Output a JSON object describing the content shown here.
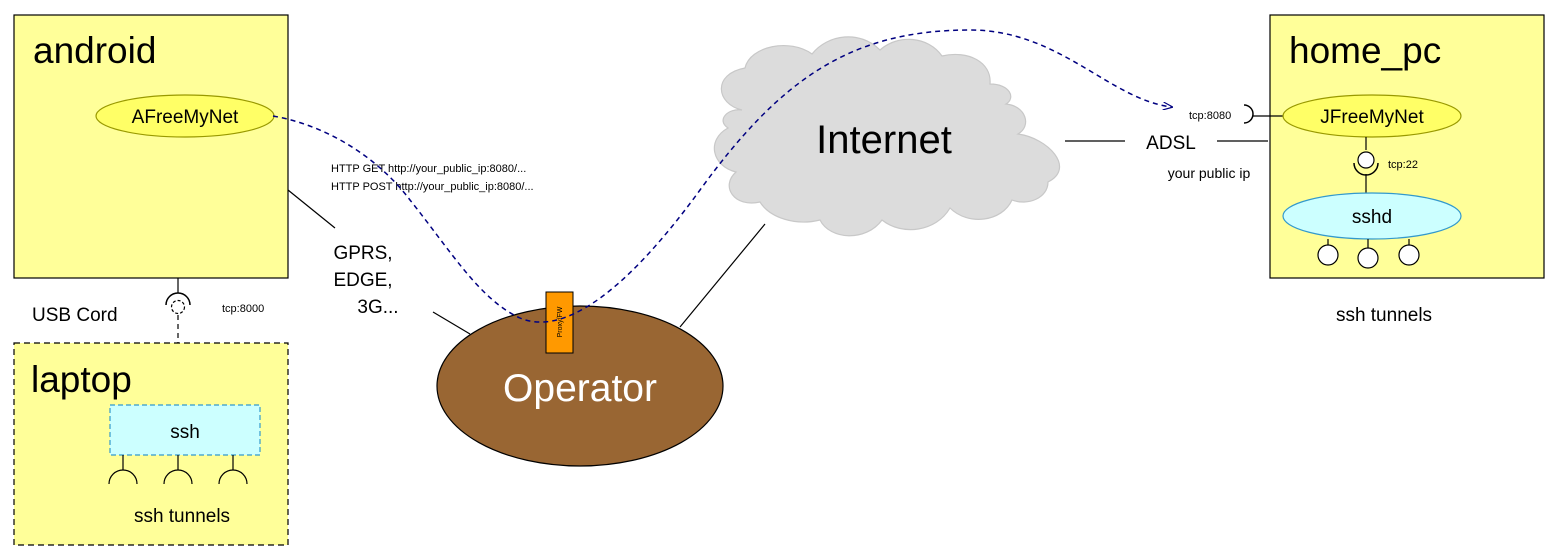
{
  "colors": {
    "box_fill": "#ffff99",
    "ellipse_fill": "#ffff66",
    "ssh_fill": "#ccffff",
    "cloud_fill": "#dcdcdc",
    "operator_fill": "#996633",
    "proxy_fill": "#ff9900",
    "tunnel_line": "#000080"
  },
  "android": {
    "title": "android",
    "component": "AFreeMyNet"
  },
  "usb": {
    "label": "USB Cord",
    "port": "tcp:8000"
  },
  "laptop": {
    "title": "laptop",
    "component": "ssh",
    "tunnels_label": "ssh tunnels"
  },
  "requests": {
    "get": "HTTP GET http://your_public_ip:8080/...",
    "post": "HTTP POST http://your_public_ip:8080/..."
  },
  "mobile_link": {
    "line1": "GPRS,",
    "line2": "EDGE,",
    "line3": "3G..."
  },
  "operator": {
    "label": "Operator",
    "proxy": "Proxy/FW"
  },
  "internet": {
    "label": "Internet"
  },
  "adsl": {
    "label": "ADSL",
    "public_ip": "your public ip"
  },
  "home_pc": {
    "title": "home_pc",
    "component": "JFreeMyNet",
    "port_http": "tcp:8080",
    "port_ssh": "tcp:22",
    "daemon": "sshd",
    "tunnels_label": "ssh tunnels"
  }
}
